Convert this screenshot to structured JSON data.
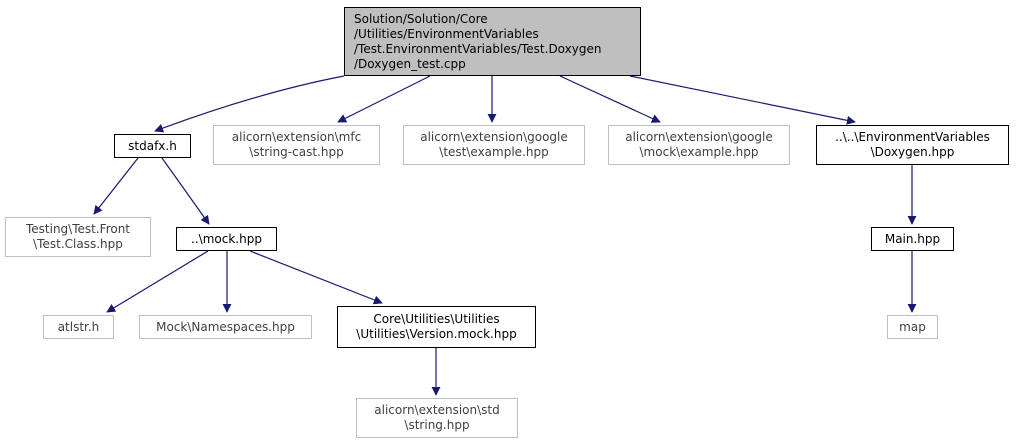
{
  "colors": {
    "edge": "#191970",
    "root_fill": "#bfbfbf",
    "documented_border": "#000000",
    "external_border": "#bfbfbf",
    "external_text": "#404040"
  },
  "nodes": {
    "root": {
      "lines": [
        "Solution/Solution/Core",
        "/Utilities/EnvironmentVariables",
        "/Test.EnvironmentVariables/Test.Doxygen",
        "/Doxygen_test.cpp"
      ]
    },
    "stdafx": {
      "lines": [
        "stdafx.h"
      ]
    },
    "string_cast": {
      "lines": [
        "alicorn\\extension\\mfc",
        "\\string-cast.hpp"
      ]
    },
    "google_test": {
      "lines": [
        "alicorn\\extension\\google",
        "\\test\\example.hpp"
      ]
    },
    "google_mock": {
      "lines": [
        "alicorn\\extension\\google",
        "\\mock\\example.hpp"
      ]
    },
    "env_doxygen": {
      "lines": [
        "..\\..\\EnvironmentVariables",
        "\\Doxygen.hpp"
      ]
    },
    "test_class": {
      "lines": [
        "Testing\\Test.Front",
        "\\Test.Class.hpp"
      ]
    },
    "mock_hpp": {
      "lines": [
        "..\\mock.hpp"
      ]
    },
    "main_hpp": {
      "lines": [
        "Main.hpp"
      ]
    },
    "atlstr": {
      "lines": [
        "atlstr.h"
      ]
    },
    "mock_ns": {
      "lines": [
        "Mock\\Namespaces.hpp"
      ]
    },
    "version_mock": {
      "lines": [
        "Core\\Utilities\\Utilities",
        "\\Utilities\\Version.mock.hpp"
      ]
    },
    "map": {
      "lines": [
        "map"
      ]
    },
    "std_string": {
      "lines": [
        "alicorn\\extension\\std",
        "\\string.hpp"
      ]
    }
  }
}
